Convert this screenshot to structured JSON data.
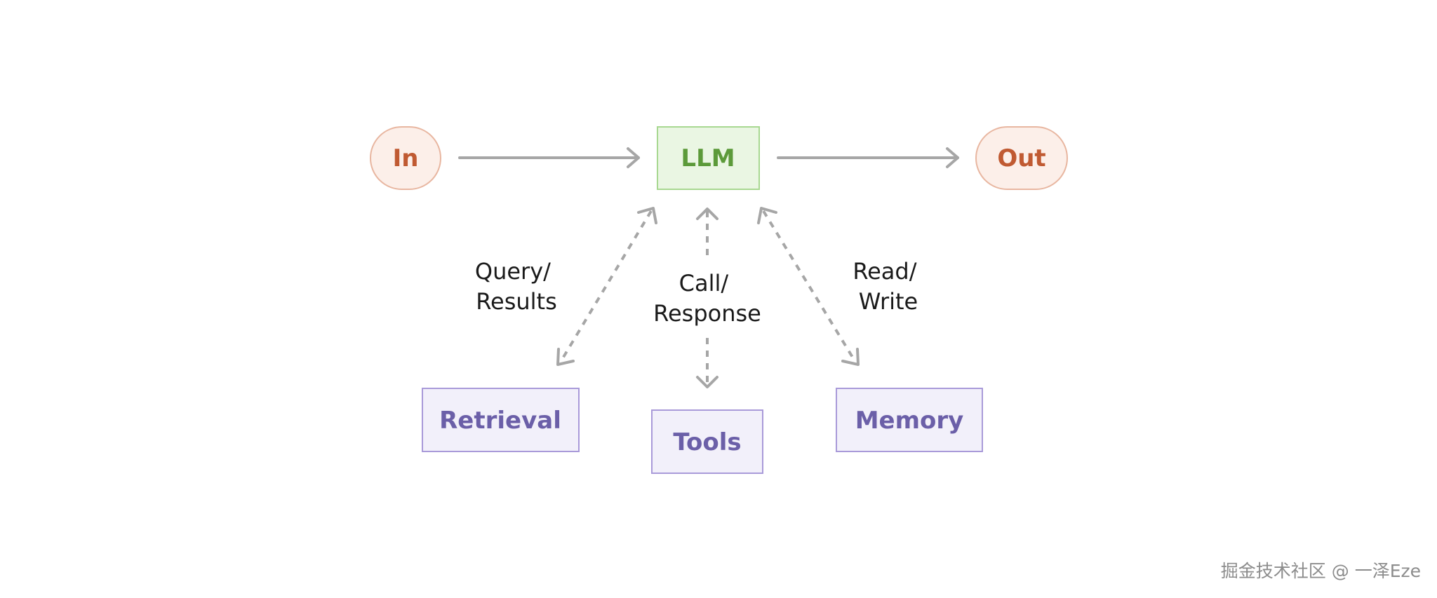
{
  "nodes": {
    "in": {
      "label": "In"
    },
    "llm": {
      "label": "LLM"
    },
    "out": {
      "label": "Out"
    },
    "retrieval": {
      "label": "Retrieval"
    },
    "tools": {
      "label": "Tools"
    },
    "memory": {
      "label": "Memory"
    }
  },
  "edges": {
    "in_to_llm": {
      "from": "In",
      "to": "LLM",
      "style": "solid",
      "direction": "forward"
    },
    "llm_to_out": {
      "from": "LLM",
      "to": "Out",
      "style": "solid",
      "direction": "forward"
    },
    "llm_retrieval": {
      "from": "LLM",
      "to": "Retrieval",
      "style": "dashed",
      "direction": "both",
      "label_line1": "Query/",
      "label_line2": "Results"
    },
    "llm_tools": {
      "from": "LLM",
      "to": "Tools",
      "style": "dashed",
      "direction": "both",
      "label_line1": "Call/",
      "label_line2": "Response"
    },
    "llm_memory": {
      "from": "LLM",
      "to": "Memory",
      "style": "dashed",
      "direction": "both",
      "label_line1": "Read/",
      "label_line2": "Write"
    }
  },
  "watermark": "掘金技术社区 @ 一泽Eze",
  "colors": {
    "io_fill": "#fcefe9",
    "io_stroke": "#e8b6a0",
    "io_text": "#c05a32",
    "llm_fill": "#eaf6e3",
    "llm_stroke": "#a8d891",
    "llm_text": "#5c9a3a",
    "aux_fill": "#f2f0fa",
    "aux_stroke": "#a99ad9",
    "aux_text": "#6b5fa8",
    "edge": "#a6a6a6"
  }
}
